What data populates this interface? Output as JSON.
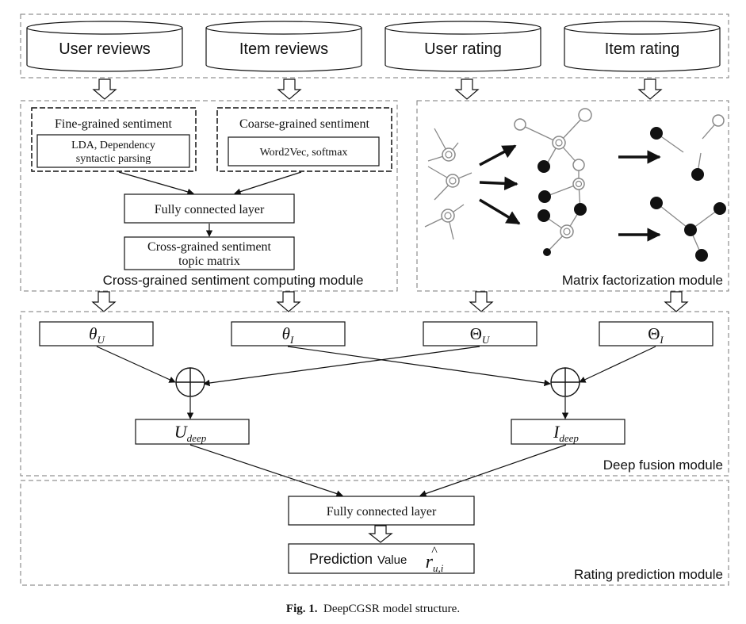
{
  "databases": {
    "user_reviews": "User reviews",
    "item_reviews": "Item reviews",
    "user_rating": "User rating",
    "item_rating": "Item rating"
  },
  "sentiment": {
    "fine_title": "Fine-grained sentiment",
    "fine_line1": "LDA, Dependency",
    "fine_line2": "syntactic parsing",
    "coarse_title": "Coarse-grained sentiment",
    "coarse_inner": "Word2Vec, softmax",
    "fc_layer": "Fully connected layer",
    "matrix_line1": "Cross-grained sentiment",
    "matrix_line2": "topic matrix",
    "module_label": "Cross-grained sentiment computing module"
  },
  "mf": {
    "module_label": "Matrix factorization module"
  },
  "fusion": {
    "theta_u": {
      "sym": "θ",
      "sub": "U"
    },
    "theta_i": {
      "sym": "θ",
      "sub": "I"
    },
    "Theta_u": {
      "sym": "Θ",
      "sub": "U"
    },
    "Theta_i": {
      "sym": "Θ",
      "sub": "I"
    },
    "u_deep": {
      "sym": "U",
      "sub": "deep"
    },
    "i_deep": {
      "sym": "I",
      "sub": "deep"
    },
    "module_label": "Deep fusion module"
  },
  "prediction": {
    "fc_layer": "Fully connected layer",
    "value_text": "Prediction",
    "value_small": "Value",
    "hat_symbol": "r",
    "hat_sub": "u,i",
    "module_label": "Rating prediction module"
  },
  "caption": {
    "fig": "Fig. 1.",
    "text": "DeepCGSR model structure."
  }
}
